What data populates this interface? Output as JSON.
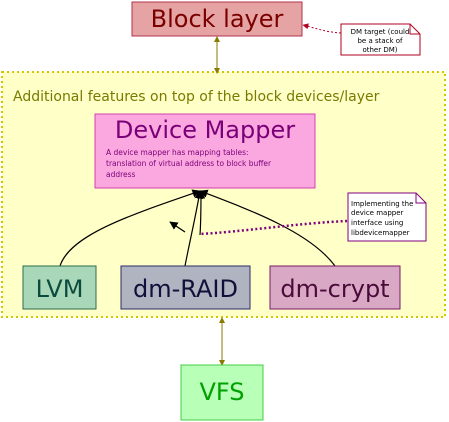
{
  "block_layer": {
    "label": "Block layer"
  },
  "note_dm_target": {
    "lines": [
      "DM target (could",
      "be a stack of",
      "other DM)"
    ]
  },
  "region": {
    "label": "Additional features on top of the block devices/layer"
  },
  "device_mapper": {
    "title": "Device Mapper",
    "desc_lines": [
      "A device mapper has mapping tables:",
      "translation of virtual address to block buffer",
      "address"
    ]
  },
  "note_impl": {
    "lines": [
      "Implementing the",
      "device mapper",
      "interface using",
      "libdevicemapper"
    ]
  },
  "targets": {
    "lvm": "LVM",
    "dm_raid": "dm-RAID",
    "dm_crypt": "dm-crypt"
  },
  "vfs": {
    "label": "VFS"
  },
  "colors": {
    "block_fill": "#e6a3a3",
    "block_stroke": "#b3304d",
    "block_text": "#7a0000",
    "region_fill": "#ffffc8",
    "region_stroke": "#d4c700",
    "region_text": "#7a7a00",
    "dm_fill": "#fca8e0",
    "dm_stroke": "#d040b0",
    "dm_text": "#7a0078",
    "lvm_fill": "#a8d8b8",
    "lvm_stroke": "#2e6b4a",
    "lvm_text": "#0c4a40",
    "raid_fill": "#b0b4c0",
    "raid_stroke": "#2a2a6a",
    "raid_text": "#10103a",
    "crypt_fill": "#d8a8c4",
    "crypt_stroke": "#7a1a66",
    "crypt_text": "#4a0a3a",
    "vfs_fill": "#b8ffb8",
    "vfs_stroke": "#44cc44",
    "vfs_text": "#00a000",
    "connector": "#8a7a00",
    "note_dash": "#b00020",
    "impl_dash": "#800080"
  }
}
